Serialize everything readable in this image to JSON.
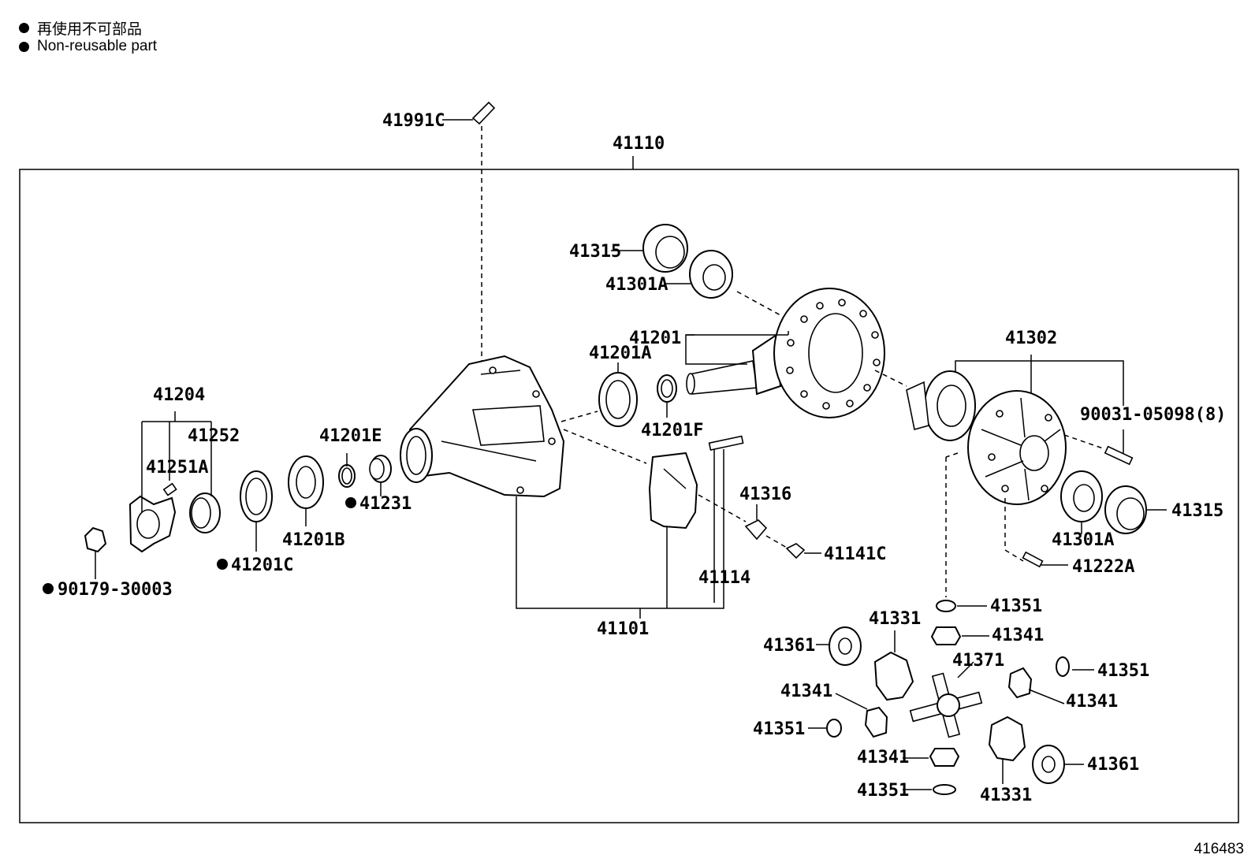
{
  "legend": {
    "jp": "再使用不可部品",
    "en": "Non-reusable part"
  },
  "figure_number": "416483",
  "labels": {
    "p41991C": "41991C",
    "p41110": "41110",
    "p41315_top": "41315",
    "p41301A_top": "41301A",
    "p41201": "41201",
    "p41201A": "41201A",
    "p41201F": "41201F",
    "p41302": "41302",
    "p90031": "90031-05098(8)",
    "p41204": "41204",
    "p41252": "41252",
    "p41251A": "41251A",
    "p41201E": "41201E",
    "p41231": "41231",
    "p41201B": "41201B",
    "p41201C": "41201C",
    "p90179": "90179-30003",
    "p41316": "41316",
    "p41141C": "41141C",
    "p41114": "41114",
    "p41101": "41101",
    "p41315_right": "41315",
    "p41301A_right": "41301A",
    "p41222A": "41222A",
    "p41351_a": "41351",
    "p41341_a": "41341",
    "p41331_a": "41331",
    "p41361_a": "41361",
    "p41371": "41371",
    "p41351_b": "41351",
    "p41341_b": "41341",
    "p41341_c": "41341",
    "p41351_c": "41351",
    "p41341_d": "41341",
    "p41351_d": "41351",
    "p41331_b": "41331",
    "p41361_b": "41361"
  }
}
